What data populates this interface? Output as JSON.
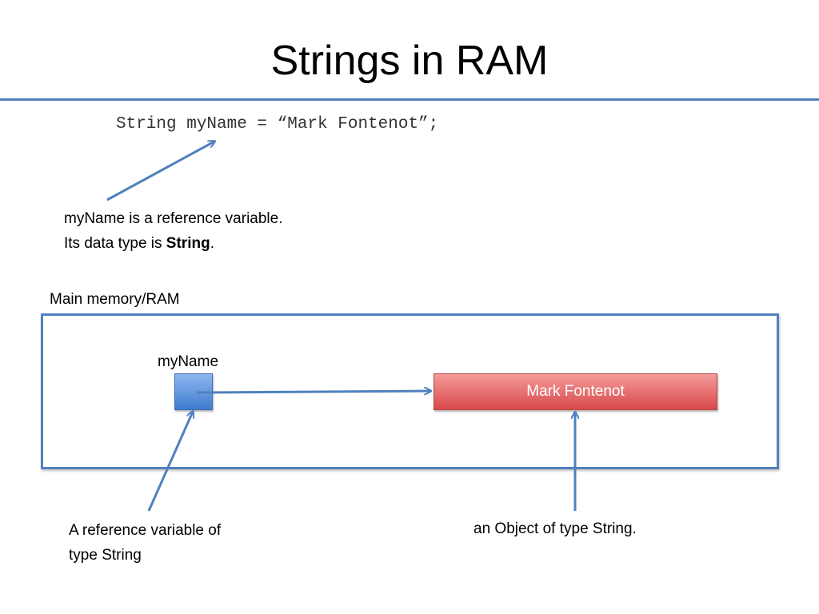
{
  "slide": {
    "title": "Strings in RAM",
    "code_line": "String myName = “Mark Fontenot”;",
    "note": {
      "line1": "myName is a reference variable.",
      "line2_prefix": "Its data type is ",
      "line2_bold": "String",
      "line2_suffix": "."
    },
    "ram_label": "Main memory/RAM",
    "variable_label": "myName",
    "object_value": "Mark Fontenot",
    "caption_left_line1": "A reference variable of",
    "caption_left_line2": "type String",
    "caption_right": "an Object of type String."
  },
  "colors": {
    "accent": "#4f81bd",
    "reference_cell": "#4f81bd",
    "object_box": "#d8484b"
  }
}
